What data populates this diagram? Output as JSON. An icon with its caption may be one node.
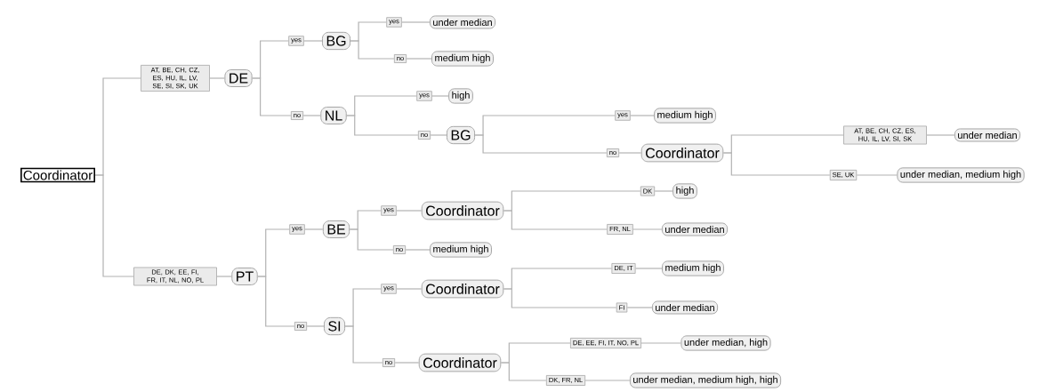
{
  "diagram": {
    "nodes": [
      {
        "text": [
          "Coordinator"
        ]
      },
      {
        "text": [
          "AT, BE, CH, CZ, ES, HU, IL, LV, SE, SI, SK, UK"
        ]
      },
      {
        "text": [
          "DE"
        ]
      },
      {
        "text": [
          "yes"
        ]
      },
      {
        "text": [
          "BG"
        ]
      },
      {
        "text": [
          "yes"
        ]
      },
      {
        "text": [
          "under median"
        ]
      },
      {
        "text": [
          "no"
        ]
      },
      {
        "text": [
          "medium high"
        ]
      },
      {
        "text": [
          "no"
        ]
      },
      {
        "text": [
          "NL"
        ]
      },
      {
        "text": [
          "yes"
        ]
      },
      {
        "text": [
          "high"
        ]
      },
      {
        "text": [
          "no"
        ]
      },
      {
        "text": [
          "BG"
        ]
      },
      {
        "text": [
          "yes"
        ]
      },
      {
        "text": [
          "medium high"
        ]
      },
      {
        "text": [
          "no"
        ]
      },
      {
        "text": [
          "Coordinator"
        ]
      },
      {
        "text": [
          "AT, BE, CH, CZ, ES, HU, IL, LV, SI, SK"
        ]
      },
      {
        "text": [
          "under median"
        ]
      },
      {
        "text": [
          "SE, UK"
        ]
      },
      {
        "text": [
          "under median, medium high"
        ]
      },
      {
        "text": [
          "DE, DK, EE, FI, FR, IT, NL, NO, PL"
        ]
      },
      {
        "text": [
          "PT"
        ]
      },
      {
        "text": [
          "yes"
        ]
      },
      {
        "text": [
          "BE"
        ]
      },
      {
        "text": [
          "yes"
        ]
      },
      {
        "text": [
          "Coordinator"
        ]
      },
      {
        "text": [
          "DK"
        ]
      },
      {
        "text": [
          "high"
        ]
      },
      {
        "text": [
          "FR, NL"
        ]
      },
      {
        "text": [
          "under median"
        ]
      },
      {
        "text": [
          "no"
        ]
      },
      {
        "text": [
          "medium high"
        ]
      },
      {
        "text": [
          "no"
        ]
      },
      {
        "text": [
          "SI"
        ]
      },
      {
        "text": [
          "yes"
        ]
      },
      {
        "text": [
          "Coordinator"
        ]
      },
      {
        "text": [
          "DE, IT"
        ]
      },
      {
        "text": [
          "medium high"
        ]
      },
      {
        "text": [
          "FI"
        ]
      },
      {
        "text": [
          "under median"
        ]
      },
      {
        "text": [
          "no"
        ]
      },
      {
        "text": [
          "Coordinator"
        ]
      },
      {
        "text": [
          "DE, EE, FI, IT, NO, PL"
        ]
      },
      {
        "text": [
          "under median, high"
        ]
      },
      {
        "text": [
          "DK, FR, NL"
        ]
      },
      {
        "text": [
          "under median, medium high, high"
        ]
      }
    ],
    "edges": [
      {
        "from": 0,
        "to": 1,
        "arrow": "none"
      },
      {
        "from": 1,
        "to": 2,
        "arrow": "none"
      },
      {
        "from": 2,
        "to": 3,
        "arrow": "none"
      },
      {
        "from": 3,
        "to": 4,
        "arrow": "none"
      },
      {
        "from": 4,
        "to": 5,
        "arrow": "none"
      },
      {
        "from": 5,
        "to": 6,
        "arrow": "none"
      },
      {
        "from": 4,
        "to": 7,
        "arrow": "none"
      },
      {
        "from": 7,
        "to": 8,
        "arrow": "none"
      },
      {
        "from": 2,
        "to": 9,
        "arrow": "none"
      },
      {
        "from": 9,
        "to": 10,
        "arrow": "none"
      },
      {
        "from": 10,
        "to": 11,
        "arrow": "none"
      },
      {
        "from": 11,
        "to": 12,
        "arrow": "none"
      },
      {
        "from": 10,
        "to": 13,
        "arrow": "none"
      },
      {
        "from": 13,
        "to": 14,
        "arrow": "none"
      },
      {
        "from": 14,
        "to": 15,
        "arrow": "none"
      },
      {
        "from": 15,
        "to": 16,
        "arrow": "none"
      },
      {
        "from": 14,
        "to": 17,
        "arrow": "none"
      },
      {
        "from": 17,
        "to": 18,
        "arrow": "none"
      },
      {
        "from": 18,
        "to": 19,
        "arrow": "none"
      },
      {
        "from": 19,
        "to": 20,
        "arrow": "none"
      },
      {
        "from": 18,
        "to": 21,
        "arrow": "none"
      },
      {
        "from": 21,
        "to": 22,
        "arrow": "none"
      },
      {
        "from": 0,
        "to": 23,
        "arrow": "none"
      },
      {
        "from": 23,
        "to": 24,
        "arrow": "none"
      },
      {
        "from": 24,
        "to": 25,
        "arrow": "none"
      },
      {
        "from": 25,
        "to": 26,
        "arrow": "none"
      },
      {
        "from": 26,
        "to": 27,
        "arrow": "none"
      },
      {
        "from": 27,
        "to": 28,
        "arrow": "none"
      },
      {
        "from": 28,
        "to": 29,
        "arrow": "none"
      },
      {
        "from": 29,
        "to": 30,
        "arrow": "none"
      },
      {
        "from": 28,
        "to": 31,
        "arrow": "none"
      },
      {
        "from": 31,
        "to": 32,
        "arrow": "none"
      },
      {
        "from": 26,
        "to": 33,
        "arrow": "none"
      },
      {
        "from": 33,
        "to": 34,
        "arrow": "none"
      },
      {
        "from": 24,
        "to": 35,
        "arrow": "none"
      },
      {
        "from": 35,
        "to": 36,
        "arrow": "none"
      },
      {
        "from": 36,
        "to": 37,
        "arrow": "none"
      },
      {
        "from": 37,
        "to": 38,
        "arrow": "none"
      },
      {
        "from": 38,
        "to": 39,
        "arrow": "none"
      },
      {
        "from": 39,
        "to": 40,
        "arrow": "none"
      },
      {
        "from": 38,
        "to": 41,
        "arrow": "none"
      },
      {
        "from": 41,
        "to": 42,
        "arrow": "none"
      },
      {
        "from": 36,
        "to": 43,
        "arrow": "none"
      },
      {
        "from": 43,
        "to": 44,
        "arrow": "none"
      },
      {
        "from": 44,
        "to": 45,
        "arrow": "none"
      },
      {
        "from": 45,
        "to": 46,
        "arrow": "none"
      },
      {
        "from": 44,
        "to": 47,
        "arrow": "none"
      },
      {
        "from": 47,
        "to": 48,
        "arrow": "none"
      }
    ]
  }
}
